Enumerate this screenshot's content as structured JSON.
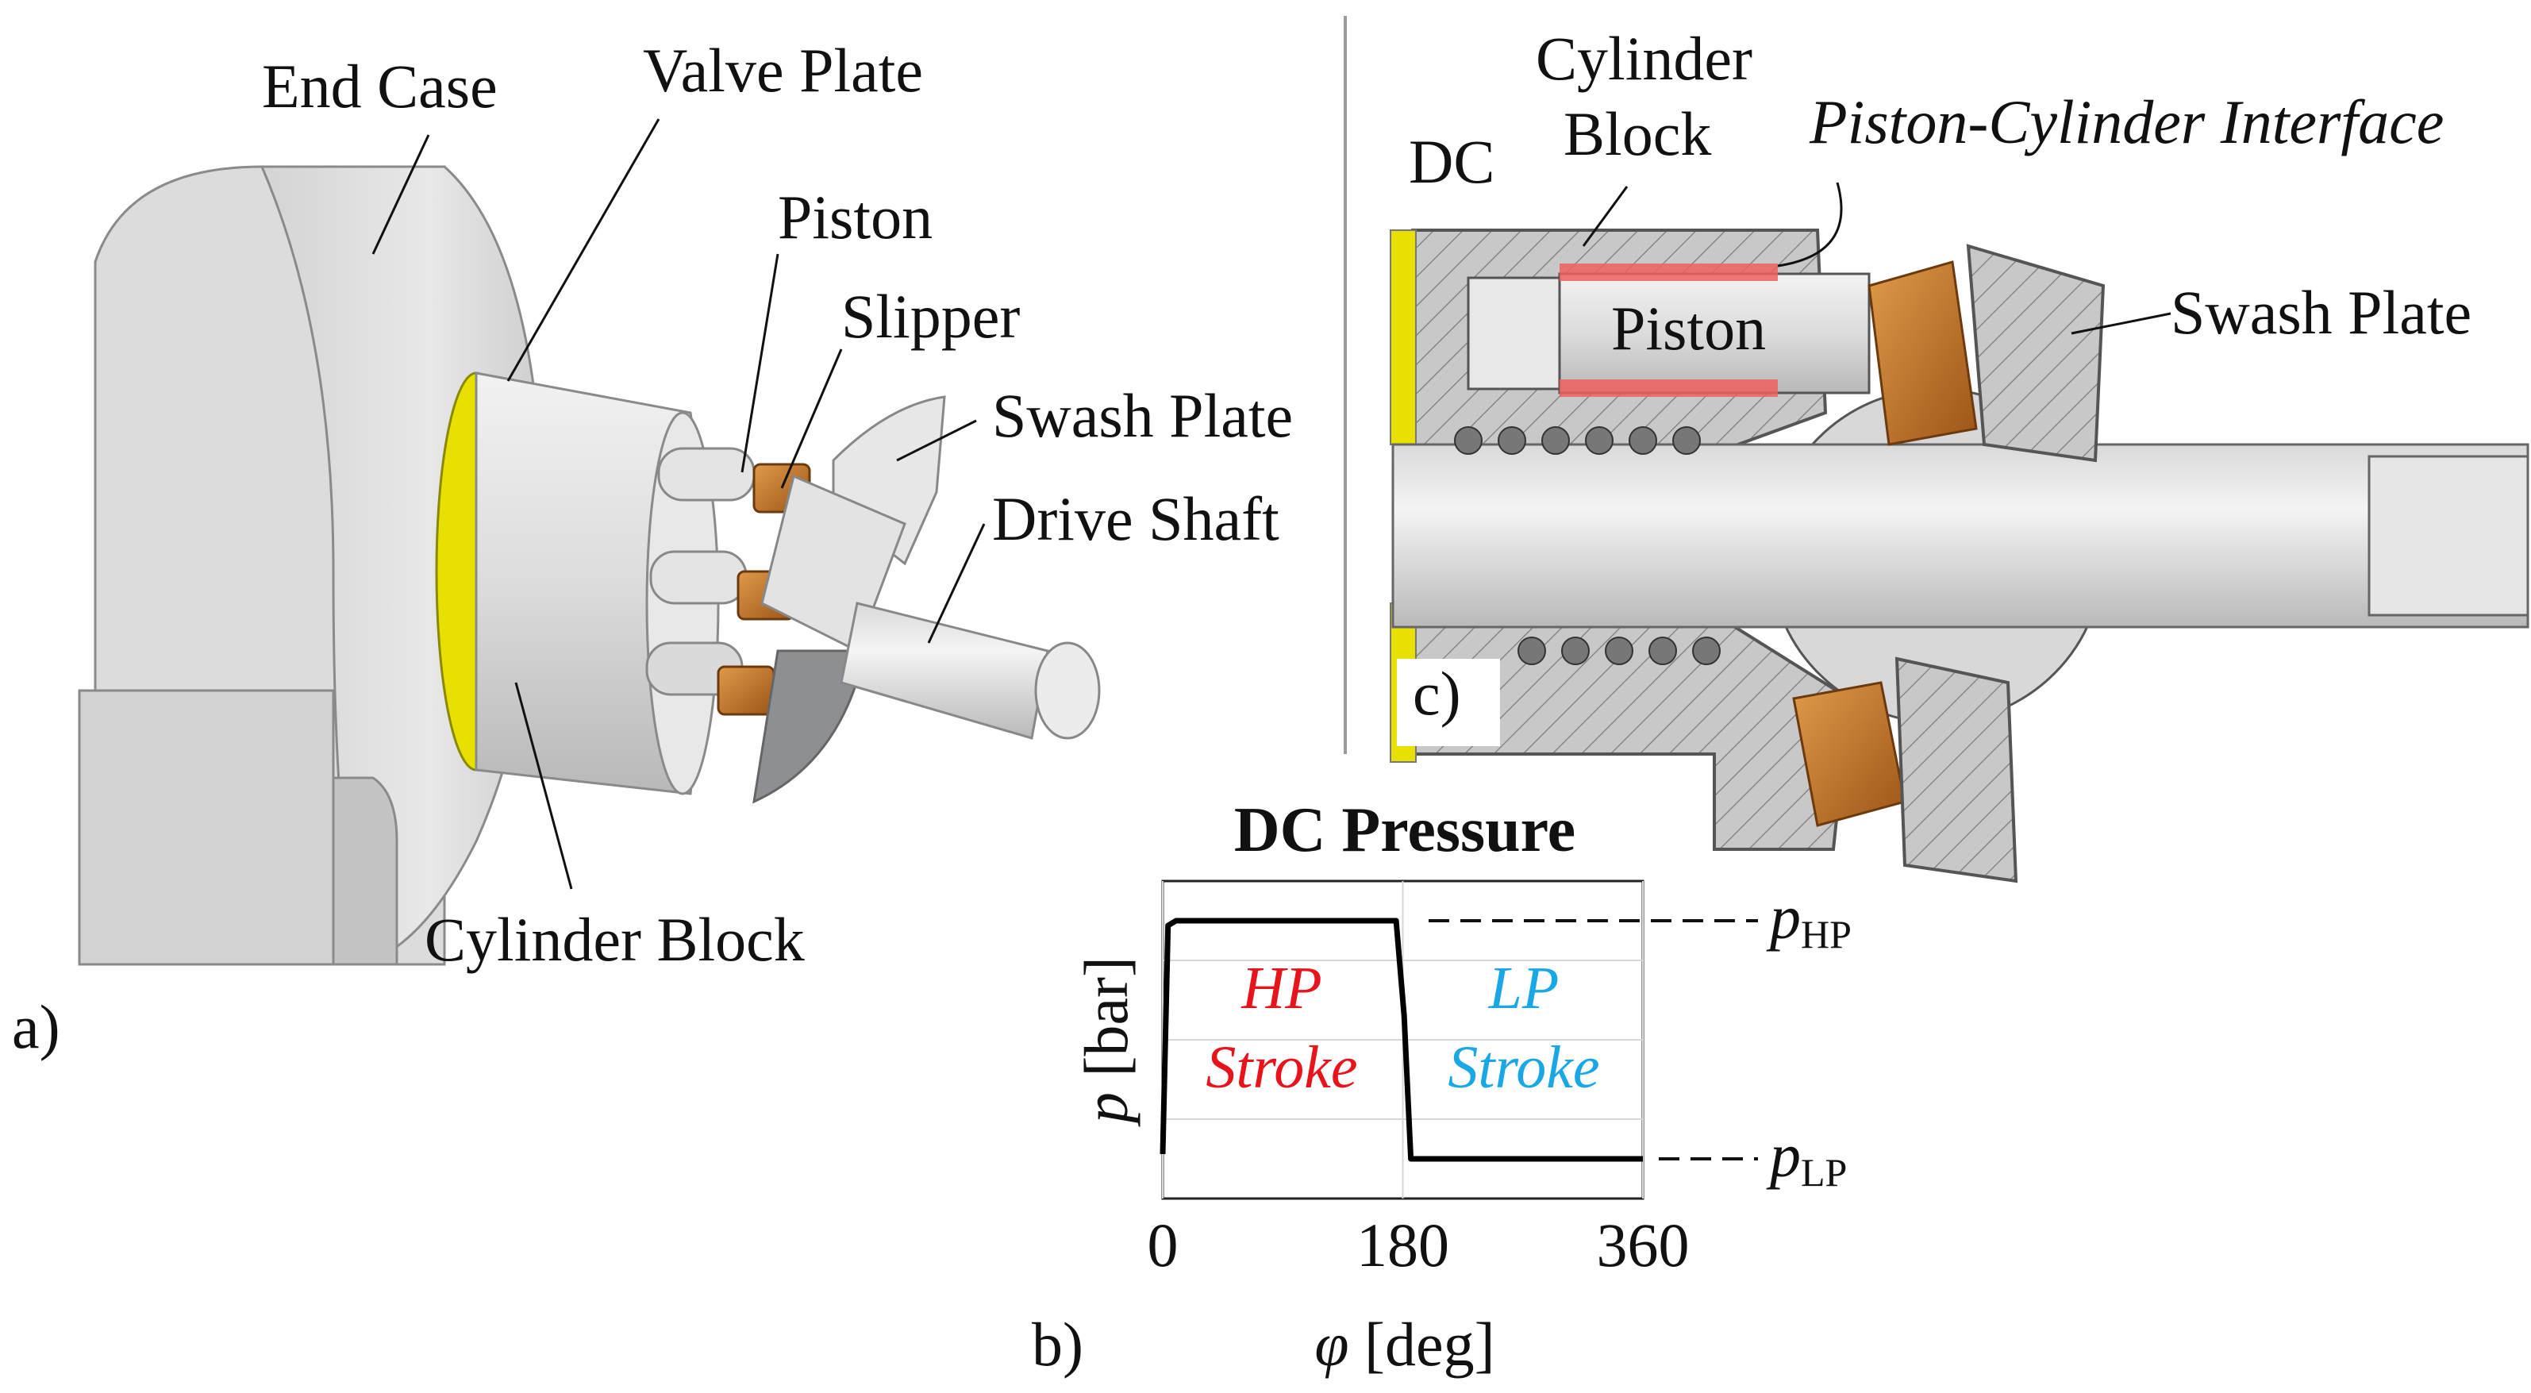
{
  "panel_a": {
    "panel_label": "a)",
    "labels": {
      "end_case": "End Case",
      "valve_plate": "Valve Plate",
      "piston": "Piston",
      "slipper": "Slipper",
      "swash_plate": "Swash Plate",
      "drive_shaft": "Drive Shaft",
      "cylinder_block": "Cylinder Block"
    }
  },
  "panel_b": {
    "panel_label": "b)",
    "chart_data": {
      "type": "line",
      "title": "DC Pressure",
      "xlabel_symbol": "φ",
      "xlabel_unit": "[deg]",
      "ylabel_symbol": "p",
      "ylabel_unit": "[bar]",
      "xlim": [
        0,
        360
      ],
      "x_ticks": [
        "0",
        "180",
        "360"
      ],
      "y_levels": {
        "p_HP": 1.0,
        "p_LP": 0.0
      },
      "grid": true,
      "series": [
        {
          "x": [
            0,
            4,
            10,
            60,
            120,
            175,
            181,
            186,
            270,
            360
          ],
          "y": [
            0.02,
            0.98,
            1.0,
            1.0,
            1.0,
            1.0,
            0.6,
            0.0,
            0.0,
            0.0
          ]
        }
      ],
      "regions": [
        {
          "line1": "HP",
          "line2": "Stroke",
          "color": "#e8141b"
        },
        {
          "line1": "LP",
          "line2": "Stroke",
          "color": "#1aa7e6"
        }
      ],
      "level_labels": [
        {
          "symbol": "p",
          "subscript": "HP"
        },
        {
          "symbol": "p",
          "subscript": "LP"
        }
      ]
    }
  },
  "panel_c": {
    "panel_label": "c)",
    "labels": {
      "dc": "DC",
      "cylinder_block_line1": "Cylinder",
      "cylinder_block_line2": "Block",
      "piston": "Piston",
      "interface": "Piston-Cylinder Interface",
      "swash_plate": "Swash Plate"
    }
  },
  "colors": {
    "metal_light": "#e6e6e6",
    "metal_mid": "#c9c9c9",
    "metal_dark": "#9a9a9a",
    "valve_plate_yellow": "#e8e000",
    "slipper_bronze": "#c77a2a",
    "interface_red": "#f06060",
    "hp_red": "#e8141b",
    "lp_blue": "#1aa7e6"
  }
}
